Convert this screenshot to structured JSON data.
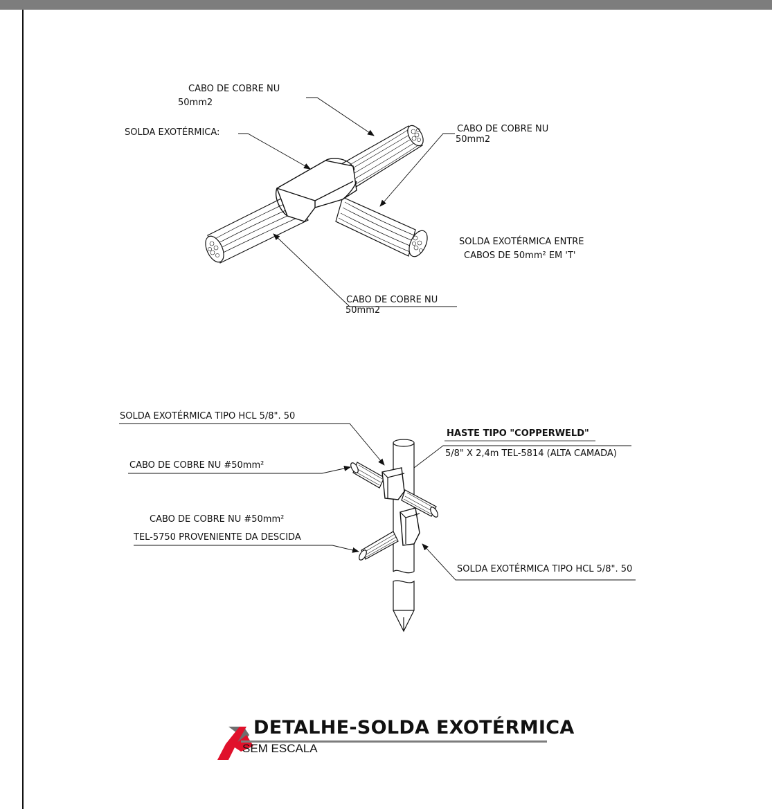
{
  "drawing": {
    "title": "DETALHE-SOLDA EXOTÉRMICA",
    "subtitle": "SEM ESCALA",
    "colors": {
      "frame": "#7d7d7d",
      "ink": "#111111",
      "logo_red": "#e0112b",
      "logo_gray": "#6e6e6e"
    }
  },
  "detail_t": {
    "cable_top_line1": "CABO DE COBRE NU",
    "cable_top_line2": "50mm2",
    "weld_label": "SOLDA EXOTÉRMICA:",
    "cable_right_line1": "CABO DE COBRE NU",
    "cable_right_line2": "50mm2",
    "description_line1": "SOLDA EXOTÉRMICA ENTRE",
    "description_line2": "CABOS DE 50mm² EM 'T'",
    "cable_bottom_line1": "CABO DE COBRE NU",
    "cable_bottom_line2": "50mm2"
  },
  "detail_rod": {
    "weld_top": "SOLDA EXOTÉRMICA  TIPO HCL 5/8\". 50",
    "cable_upper": "CABO DE COBRE NU #50mm²",
    "rod_title": "HASTE TIPO \"COPPERWELD\"",
    "rod_spec": "5/8\" X 2,4m TEL-5814 (ALTA CAMADA)",
    "cable_lower_line1": "CABO DE COBRE NU #50mm²",
    "cable_lower_line2": "TEL-5750 PROVENIENTE DA DESCIDA",
    "weld_bottom": "SOLDA EXOTÉRMICA TIPO HCL 5/8\". 50"
  }
}
